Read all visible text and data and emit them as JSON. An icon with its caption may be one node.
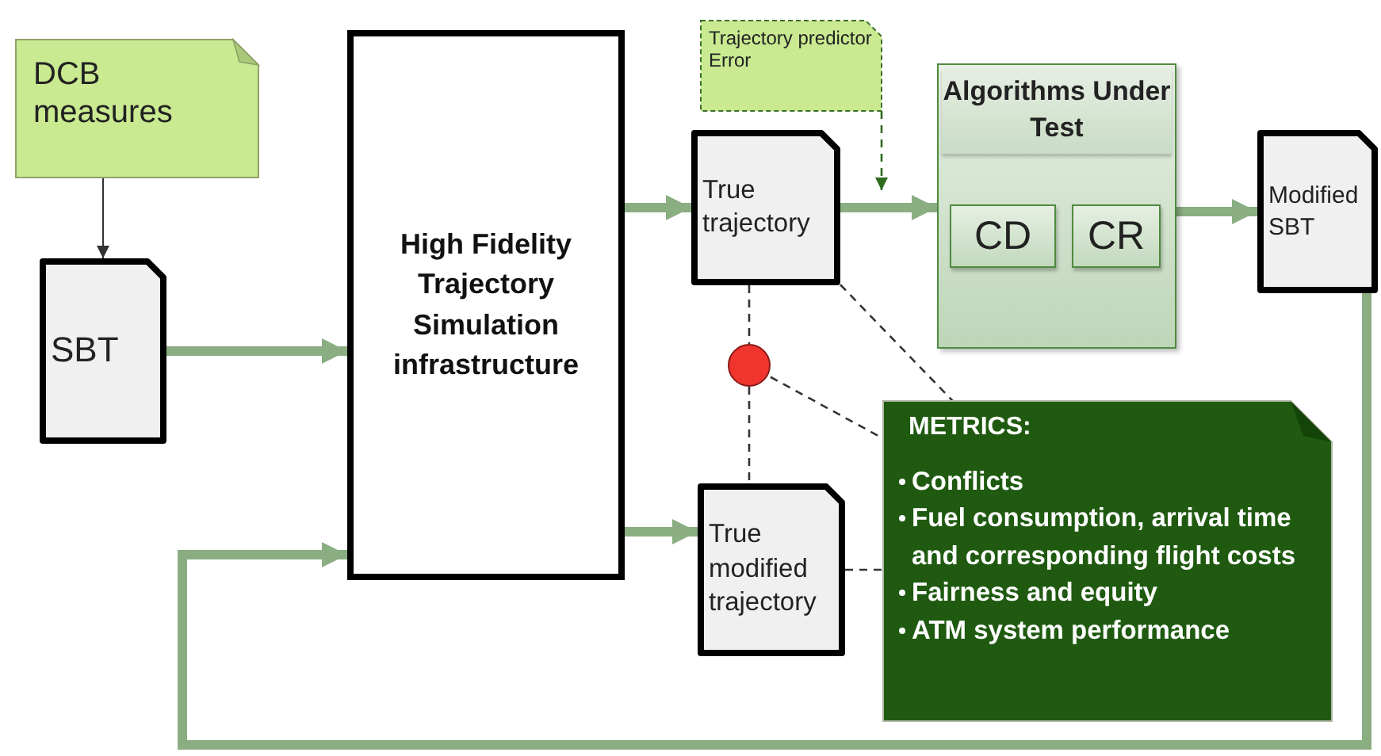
{
  "diagram": {
    "nodes": [
      {
        "text": [
          "DCB measures"
        ]
      },
      {
        "text": [
          "SBT"
        ]
      },
      {
        "text": [
          "High Fidelity Trajectory Simulation infrastructure"
        ]
      },
      {
        "text": [
          "Trajectory predictor Error"
        ]
      },
      {
        "text": [
          "True trajectory"
        ]
      },
      {
        "text": [
          "Algorithms Under Test"
        ]
      },
      {
        "text": [
          "CD"
        ],
        "in": 5
      },
      {
        "text": [
          "CR"
        ],
        "in": 5
      },
      {
        "text": [
          "Modified SBT"
        ]
      },
      {
        "text": [],
        "shape": "circle"
      },
      {
        "text": [
          "True modified trajectory"
        ]
      },
      {
        "text": [
          "METRICS:",
          "Conflicts",
          "Fuel consumption, arrival time and corresponding flight costs",
          "Fairness and equity",
          "ATM system performance"
        ]
      }
    ],
    "edges": [
      {
        "from": 0,
        "to": 1,
        "arrow": "to",
        "color": "#333333"
      },
      {
        "from": 1,
        "to": 2,
        "arrow": "to",
        "style": "thick",
        "color": "#8aae82"
      },
      {
        "from": 2,
        "to": 4,
        "arrow": "to",
        "style": "thick",
        "color": "#8aae82"
      },
      {
        "from": 3,
        "to": null,
        "arrow": "to",
        "style": "dashed",
        "color": "#2e6b1f"
      },
      {
        "from": 4,
        "to": 5,
        "arrow": "to",
        "style": "thick",
        "color": "#8aae82"
      },
      {
        "from": 5,
        "to": 8,
        "arrow": "to",
        "style": "thick",
        "color": "#8aae82"
      },
      {
        "from": 8,
        "to": 2,
        "arrow": "to",
        "style": "thick",
        "color": "#8aae82"
      },
      {
        "from": 2,
        "to": 10,
        "arrow": "to",
        "style": "thick",
        "color": "#8aae82"
      },
      {
        "from": 4,
        "to": 9,
        "arrow": "none",
        "style": "dashed",
        "color": "#333333"
      },
      {
        "from": 9,
        "to": 10,
        "arrow": "none",
        "style": "dashed",
        "color": "#333333"
      },
      {
        "from": 4,
        "to": 11,
        "arrow": "none",
        "style": "dashed",
        "color": "#333333"
      },
      {
        "from": 9,
        "to": 11,
        "arrow": "none",
        "style": "dashed",
        "color": "#333333"
      },
      {
        "from": 10,
        "to": 11,
        "arrow": "none",
        "style": "dashed",
        "color": "#333333"
      }
    ]
  }
}
